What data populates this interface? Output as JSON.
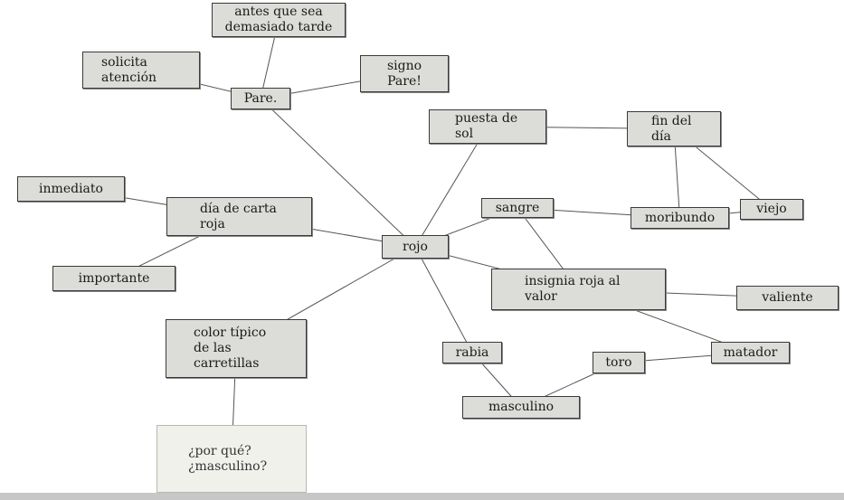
{
  "nodes": [
    {
      "id": "rojo",
      "label": "rojo"
    },
    {
      "id": "pare",
      "label": "Pare."
    },
    {
      "id": "antes",
      "label": "antes que sea\ndemasiado tarde"
    },
    {
      "id": "solicita",
      "label": "solicita\natención"
    },
    {
      "id": "signo",
      "label": "signo\nPare!"
    },
    {
      "id": "puesta",
      "label": "puesta de\nsol"
    },
    {
      "id": "fin",
      "label": "fin del\ndía"
    },
    {
      "id": "sangre",
      "label": "sangre"
    },
    {
      "id": "moribundo",
      "label": "moribundo"
    },
    {
      "id": "viejo",
      "label": "viejo"
    },
    {
      "id": "inmediato",
      "label": "inmediato"
    },
    {
      "id": "dia_carta",
      "label": "día de carta\nroja"
    },
    {
      "id": "importante",
      "label": "importante"
    },
    {
      "id": "insignia",
      "label": "insignia roja al\nvalor"
    },
    {
      "id": "valiente",
      "label": "valiente"
    },
    {
      "id": "color",
      "label": "color típico\nde las\ncarretillas"
    },
    {
      "id": "rabia",
      "label": "rabia"
    },
    {
      "id": "toro",
      "label": "toro"
    },
    {
      "id": "matador",
      "label": "matador"
    },
    {
      "id": "masculino",
      "label": "masculino"
    },
    {
      "id": "porque",
      "label": "¿por qué?\n¿masculino?"
    }
  ],
  "edges": [
    [
      "antes",
      "pare"
    ],
    [
      "solicita",
      "pare"
    ],
    [
      "signo",
      "pare"
    ],
    [
      "pare",
      "rojo"
    ],
    [
      "puesta",
      "rojo"
    ],
    [
      "puesta",
      "fin"
    ],
    [
      "fin",
      "moribundo"
    ],
    [
      "fin",
      "viejo"
    ],
    [
      "moribundo",
      "viejo"
    ],
    [
      "sangre",
      "rojo"
    ],
    [
      "sangre",
      "moribundo"
    ],
    [
      "sangre",
      "insignia"
    ],
    [
      "inmediato",
      "dia_carta"
    ],
    [
      "importante",
      "dia_carta"
    ],
    [
      "dia_carta",
      "rojo"
    ],
    [
      "rojo",
      "insignia"
    ],
    [
      "insignia",
      "valiente"
    ],
    [
      "matador",
      "insignia"
    ],
    [
      "color",
      "rojo"
    ],
    [
      "color",
      "porque"
    ],
    [
      "rojo",
      "rabia"
    ],
    [
      "rabia",
      "masculino"
    ],
    [
      "masculino",
      "toro"
    ],
    [
      "toro",
      "matador"
    ]
  ]
}
